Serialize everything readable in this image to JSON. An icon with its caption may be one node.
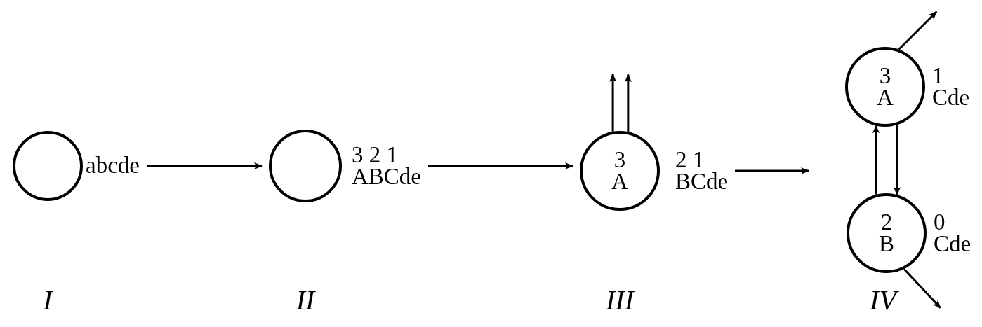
{
  "diagram": {
    "nodes": [
      {
        "text": [],
        "shape": "circle",
        "beside": [
          "abcde"
        ]
      },
      {
        "text": [],
        "shape": "circle",
        "beside": [
          "3 2 1",
          "ABCde"
        ]
      },
      {
        "text": [
          "3",
          "A"
        ],
        "beside": [
          "2 1",
          "BCde"
        ]
      },
      {
        "text": [
          "3",
          "A"
        ],
        "beside": [
          "1",
          "Cde"
        ]
      },
      {
        "text": [
          "2",
          "B"
        ],
        "beside": [
          "0",
          "Cde"
        ]
      }
    ],
    "edges": [
      {
        "from": 0,
        "to": 1,
        "arrow": "to"
      },
      {
        "from": 1,
        "to": 2,
        "arrow": "to"
      },
      {
        "from": 2,
        "to": null,
        "arrow": "to"
      },
      {
        "from": 3,
        "to": 4,
        "arrow": "to"
      },
      {
        "from": 4,
        "to": 3,
        "arrow": "to"
      },
      {
        "from": 2,
        "to": null,
        "arrow": "to"
      },
      {
        "from": 2,
        "to": null,
        "arrow": "to"
      },
      {
        "from": 3,
        "to": null,
        "arrow": "to"
      },
      {
        "from": 4,
        "to": null,
        "arrow": "to"
      }
    ],
    "labels": [
      "I",
      "II",
      "III",
      "IV"
    ]
  }
}
